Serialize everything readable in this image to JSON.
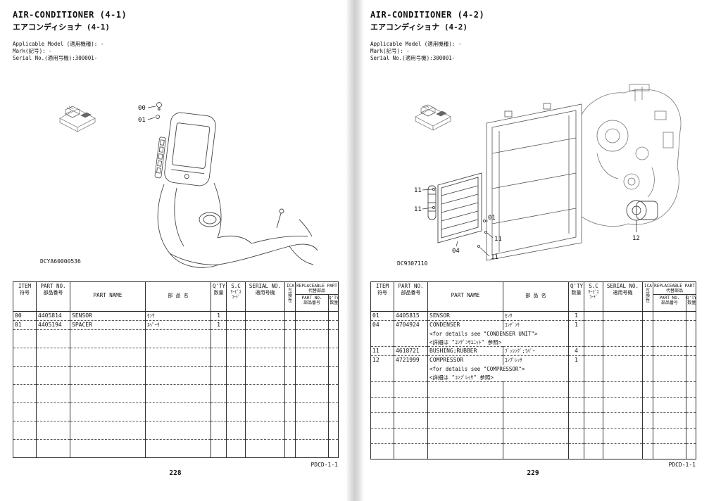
{
  "headers": {
    "item_en": "ITEM",
    "item_jp": "符号",
    "part_no_en": "PART NO.",
    "part_no_jp": "部品番号",
    "part_name_en": "PART NAME",
    "part_name_jp": "部 品  名",
    "qty_en": "Q'TY",
    "qty_jp": "数量",
    "sc_en": "S.C",
    "sc_jp1": "ｻｰﾋﾞｽ",
    "sc_jp2": "ｺｰﾄﾞ",
    "serial_en": "SERIAL NO.",
    "serial_jp": "適用号機",
    "ica_en": "ICA",
    "ica_jp1": "互",
    "ica_jp2": "換",
    "ica_jp3": "性",
    "replaceable_en": "REPLACEABLE PART",
    "replaceable_jp": "代替部品",
    "repl_part_no_en": "PART NO.",
    "repl_part_no_jp": "部品番号",
    "repl_qty_en": "Q'TY",
    "repl_qty_jp": "数量"
  },
  "pages": [
    {
      "title_en": "AIR-CONDITIONER (4-1)",
      "title_jp": "エアコンディショナ (4-1)",
      "meta": {
        "applicable_model": "Applicable Model (適用機種): -",
        "mark": "Mark(記号): -",
        "serial_no": "Serial No.(適用号機):300001-"
      },
      "figure": {
        "code": "DCYA60000536",
        "callouts": [
          "00",
          "01"
        ]
      },
      "table": {
        "rows": [
          {
            "item": "00",
            "part_no": "4405814",
            "part_name": "SENSOR",
            "part_name_jp": "ｾﾝｻ",
            "qty": "1"
          },
          {
            "item": "01",
            "part_no": "4405194",
            "part_name": "SPACER",
            "part_name_jp": "ｽﾍﾟｰｻ",
            "qty": "1"
          }
        ]
      },
      "footer": {
        "doc_code": "PDCD-1-1",
        "page_number": "228"
      }
    },
    {
      "title_en": "AIR-CONDITIONER (4-2)",
      "title_jp": "エアコンディショナ (4-2)",
      "meta": {
        "applicable_model": "Applicable Model (適用機種): -",
        "mark": "Mark(記号): -",
        "serial_no": "Serial No.(適用号機):300001-"
      },
      "figure": {
        "code": "DC9307110",
        "callouts": [
          "11",
          "11",
          "01",
          "11",
          "11",
          "04",
          "12"
        ]
      },
      "table": {
        "rows": [
          {
            "item": "01",
            "part_no": "4405815",
            "part_name": "SENSOR",
            "part_name_jp": "ｾﾝｻ",
            "qty": "1"
          },
          {
            "item": "04",
            "part_no": "4704924",
            "part_name": "CONDENSER",
            "part_name_jp": "ｺﾝﾃﾞﾝｻ",
            "qty": "1",
            "note_en": "<for details see \"CONDENSER UNIT\">",
            "note_jp": "<詳細は \"ｺﾝﾃﾞﾝｻﾕﾆｯﾄ\" 参照>"
          },
          {
            "item": "11",
            "part_no": "4618721",
            "part_name": "BUSHING;RUBBER",
            "part_name_jp": "ﾌﾞｯｼﾝｸﾞ;ﾗﾊﾞｰ",
            "qty": "4"
          },
          {
            "item": "12",
            "part_no": "4721999",
            "part_name": "COMPRESSOR",
            "part_name_jp": "ｺﾝﾌﾟﾚｯｻ",
            "qty": "1",
            "note_en": "<for details see \"COMPRESSOR\">",
            "note_jp": "<詳細は \"ｺﾝﾌﾟﾚｯｻ\" 参照>"
          }
        ]
      },
      "footer": {
        "doc_code": "PDCD-1-1",
        "page_number": "229"
      }
    }
  ]
}
